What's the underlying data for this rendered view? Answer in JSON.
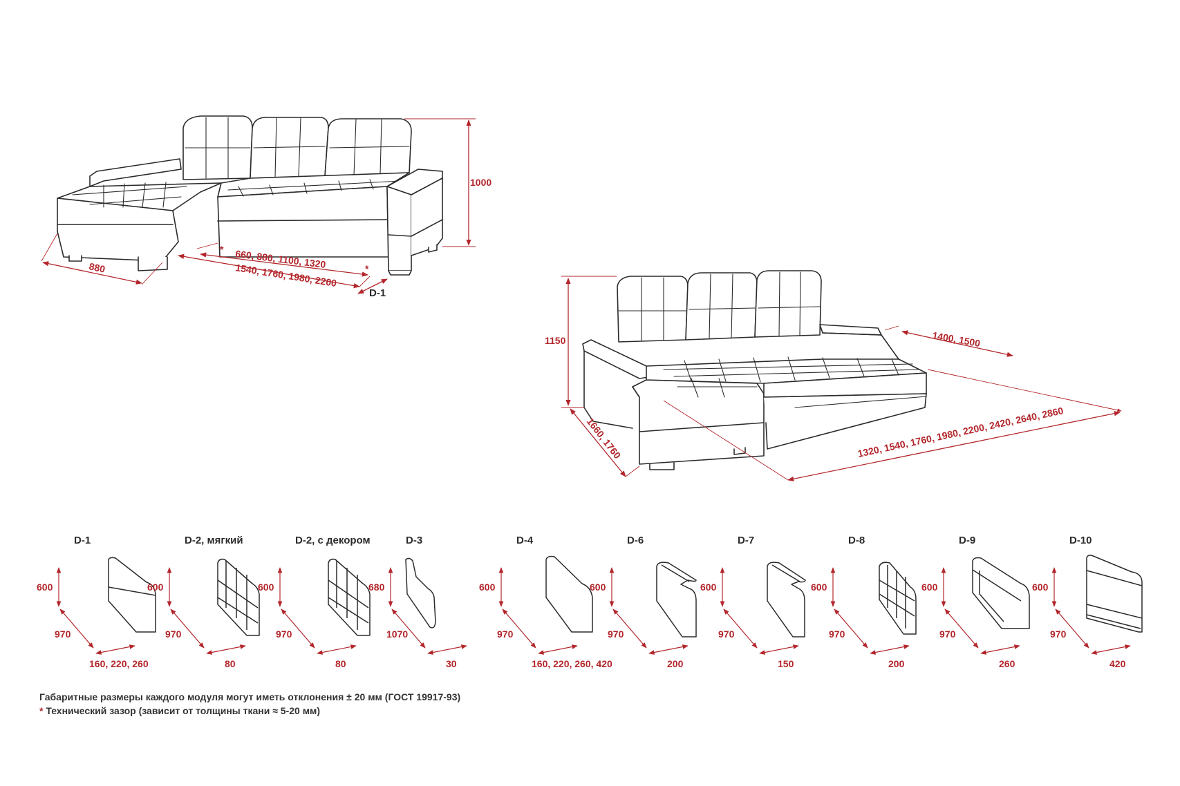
{
  "sofa_top": {
    "height": "1000",
    "chaise_depth": "880",
    "seat_widths": "660, 880, 1100, 1320",
    "total_widths": "1540, 1760, 1980, 2200",
    "gap_mark": "*",
    "arm_module": "D-1"
  },
  "sofa_bed": {
    "height": "1150",
    "depth": "1660, 1760",
    "bed_depth": "1400, 1500",
    "bed_lengths": "1320, 1540, 1760, 1980, 2200, 2420, 2640, 2860"
  },
  "modules": [
    {
      "label": "D-1",
      "height": "600",
      "depth": "970",
      "width": "160, 220, 260"
    },
    {
      "label": "D-2, мягкий",
      "height": "600",
      "depth": "970",
      "width": "80"
    },
    {
      "label": "D-2, с декором",
      "height": "600",
      "depth": "970",
      "width": "80"
    },
    {
      "label": "D-3",
      "height": "680",
      "depth": "1070",
      "width": "30"
    },
    {
      "label": "D-4",
      "height": "600",
      "depth": "970",
      "width": "160, 220, 260, 420"
    },
    {
      "label": "D-6",
      "height": "600",
      "depth": "970",
      "width": "200"
    },
    {
      "label": "D-7",
      "height": "600",
      "depth": "970",
      "width": "150"
    },
    {
      "label": "D-8",
      "height": "600",
      "depth": "970",
      "width": "200"
    },
    {
      "label": "D-9",
      "height": "600",
      "depth": "970",
      "width": "260"
    },
    {
      "label": "D-10",
      "height": "600",
      "depth": "970",
      "width": "420"
    }
  ],
  "notes": {
    "tolerance": "Габаритные размеры каждого модуля могут иметь отклонения ± 20 мм (ГОСТ 19917-93)",
    "gap_asterisk": "*",
    "gap": " Технический зазор (зависит от толщины ткани ≈ 5-20 мм)"
  },
  "colors": {
    "dimension": "#b3262b",
    "outline": "#2b2b2b",
    "background": "#ffffff"
  }
}
